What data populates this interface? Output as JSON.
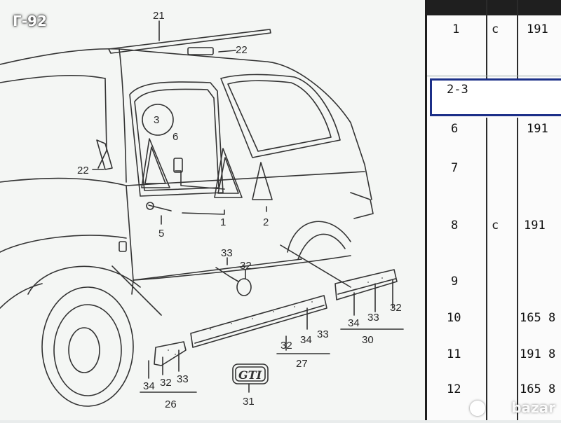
{
  "watermark_top_left": "Г-92",
  "watermark_bottom_right": "bazar",
  "diagram": {
    "callouts": {
      "c21": "21",
      "c22a": "22",
      "c22b": "22",
      "c3": "3",
      "c6": "6",
      "c5": "5",
      "c1": "1",
      "c2": "2",
      "c33a": "33",
      "c32a": "32",
      "c32b": "32",
      "c34b": "34",
      "c33b": "33",
      "c34a": "34",
      "c33c": "33",
      "c32c": "32",
      "c30": "30",
      "c34c": "34",
      "c32d": "32",
      "c33d": "33",
      "c26": "26",
      "c31": "31",
      "c27": "27"
    },
    "badge_text": "GTI"
  },
  "table": {
    "rows": [
      {
        "num": "1",
        "mark": "c",
        "code": "191"
      },
      {
        "num": "2-3",
        "mark": "",
        "code": ""
      },
      {
        "num": "6",
        "mark": "",
        "code": "191"
      },
      {
        "num": "7",
        "mark": "",
        "code": ""
      },
      {
        "num": "8",
        "mark": "c",
        "code": "191"
      },
      {
        "num": "9",
        "mark": "",
        "code": ""
      },
      {
        "num": "10",
        "mark": "",
        "code": "165 8"
      },
      {
        "num": "11",
        "mark": "",
        "code": "191 8"
      },
      {
        "num": "12",
        "mark": "",
        "code": "165 8"
      }
    ]
  }
}
